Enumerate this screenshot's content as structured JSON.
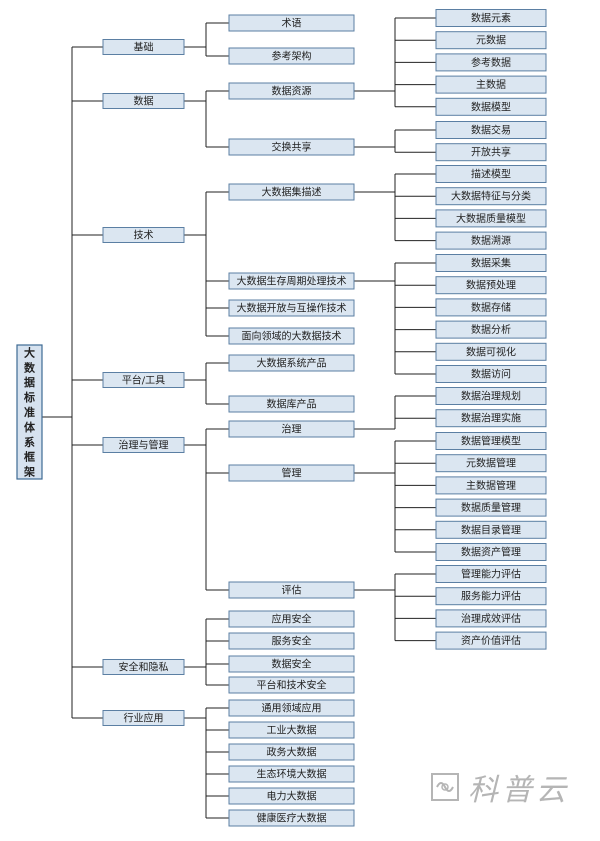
{
  "diagram": {
    "root": "大数据标准体系框架",
    "children": [
      {
        "label": "基础",
        "children": [
          {
            "label": "术语"
          },
          {
            "label": "参考架构"
          }
        ]
      },
      {
        "label": "数据",
        "children": [
          {
            "label": "数据资源",
            "children": [
              "数据元素",
              "元数据",
              "参考数据",
              "主数据",
              "数据模型"
            ]
          },
          {
            "label": "交换共享",
            "children": [
              "数据交易",
              "开放共享"
            ]
          }
        ]
      },
      {
        "label": "技术",
        "children": [
          {
            "label": "大数据集描述",
            "children": [
              "描述模型",
              "大数据特征与分类",
              "大数据质量模型",
              "数据溯源"
            ]
          },
          {
            "label": "大数据生存周期处理技术",
            "children": [
              "数据采集",
              "数据预处理",
              "数据存储",
              "数据分析",
              "数据可视化",
              "数据访问"
            ]
          },
          {
            "label": "大数据开放与互操作技术"
          },
          {
            "label": "面向领域的大数据技术"
          }
        ]
      },
      {
        "label": "平台/工具",
        "children": [
          {
            "label": "大数据系统产品"
          },
          {
            "label": "数据库产品"
          }
        ]
      },
      {
        "label": "治理与管理",
        "children": [
          {
            "label": "治理",
            "children": [
              "数据治理规划",
              "数据治理实施"
            ]
          },
          {
            "label": "管理",
            "children": [
              "数据管理模型",
              "元数据管理",
              "主数据管理",
              "数据质量管理",
              "数据目录管理",
              "数据资产管理"
            ]
          },
          {
            "label": "评估",
            "children": [
              "管理能力评估",
              "服务能力评估",
              "治理成效评估",
              "资产价值评估"
            ]
          }
        ]
      },
      {
        "label": "安全和隐私",
        "children": [
          {
            "label": "应用安全"
          },
          {
            "label": "服务安全"
          },
          {
            "label": "数据安全"
          },
          {
            "label": "平台和技术安全"
          }
        ]
      },
      {
        "label": "行业应用",
        "children": [
          {
            "label": "通用领域应用"
          },
          {
            "label": "工业大数据"
          },
          {
            "label": "政务大数据"
          },
          {
            "label": "生态环境大数据"
          },
          {
            "label": "电力大数据"
          },
          {
            "label": "健康医疗大数据"
          }
        ]
      }
    ]
  },
  "watermark": {
    "text": "科普云",
    "icon": "kepuyun-logo-icon"
  }
}
